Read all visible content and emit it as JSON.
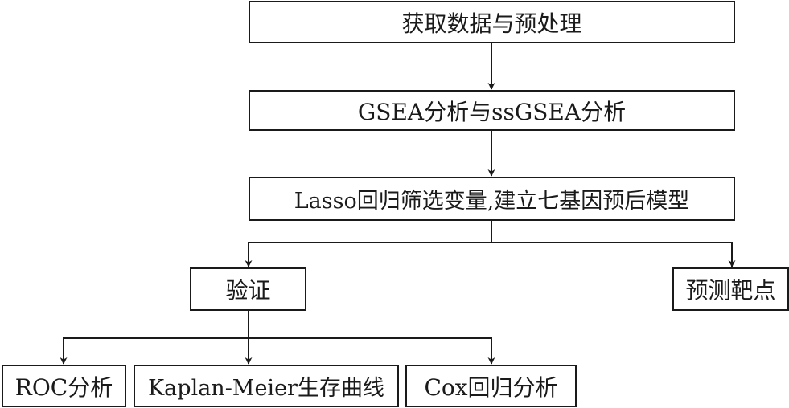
{
  "diagram": {
    "nodes": {
      "acquire": "获取数据与预处理",
      "gsea": "GSEA分析与ssGSEA分析",
      "lasso": "Lasso回归筛选变量,建立七基因预后模型",
      "validate": "验证",
      "predict": "预测靶点",
      "roc": "ROC分析",
      "km": "Kaplan-Meier生存曲线",
      "cox": "Cox回归分析"
    },
    "edges": [
      [
        "acquire",
        "gsea"
      ],
      [
        "gsea",
        "lasso"
      ],
      [
        "lasso",
        "validate"
      ],
      [
        "lasso",
        "predict"
      ],
      [
        "validate",
        "roc"
      ],
      [
        "validate",
        "km"
      ],
      [
        "validate",
        "cox"
      ]
    ],
    "colors": {
      "line": "#1a1a1a",
      "box_border": "#1a1a1a",
      "background": "#ffffff"
    }
  }
}
